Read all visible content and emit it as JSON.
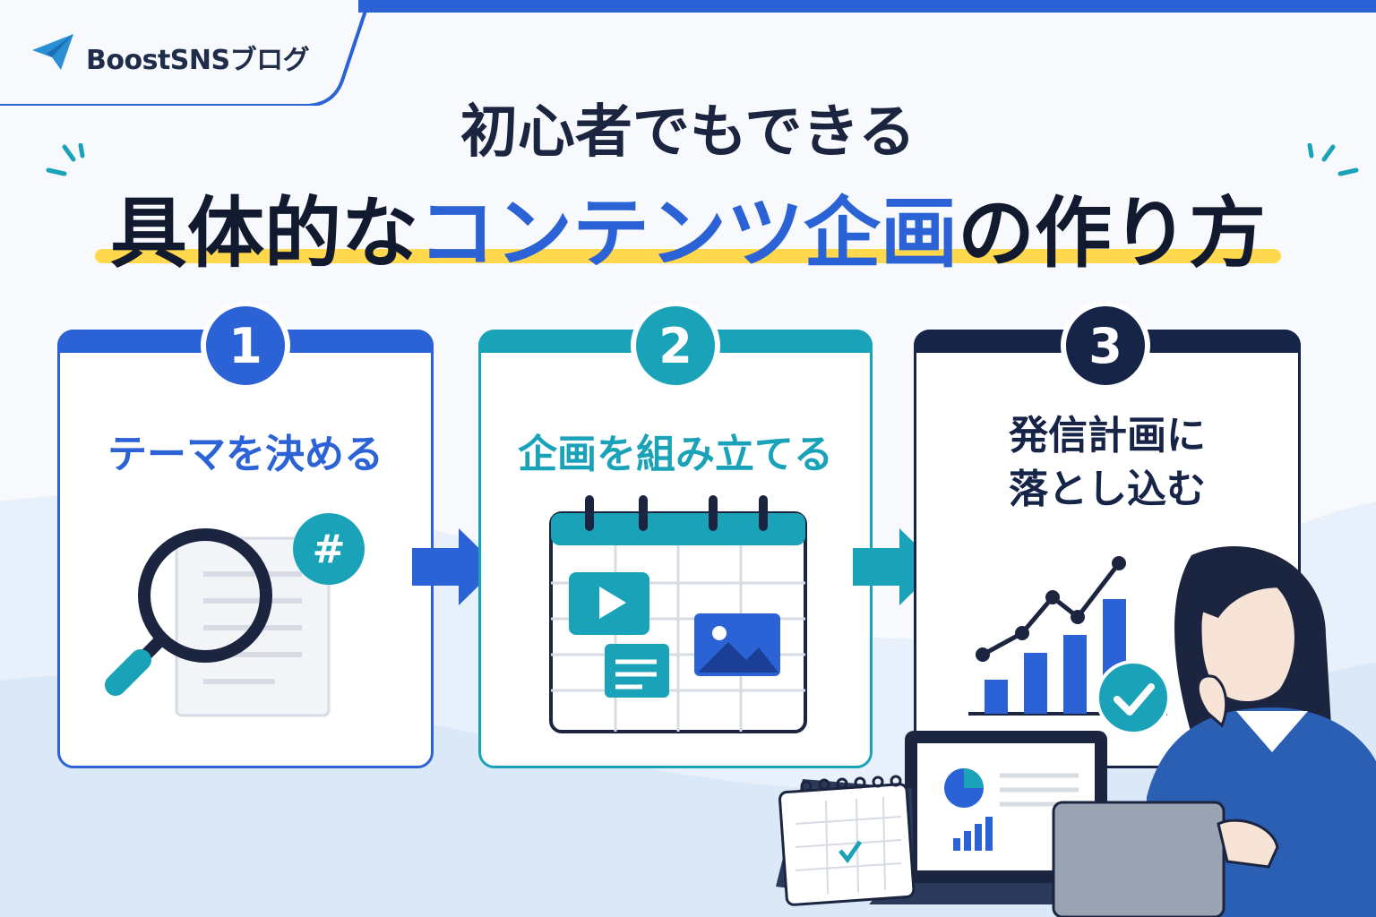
{
  "logo": {
    "text": "BoostSNSブログ",
    "icon": "paper-plane-icon"
  },
  "title": {
    "line1": "初心者でもできる",
    "line2_before": "具体的な",
    "line2_highlight": "コンテンツ企画",
    "line2_after": "の作り方"
  },
  "colors": {
    "blue": "#2b62d6",
    "teal": "#1aa3b8",
    "navy": "#152447",
    "yellow": "#ffd84d"
  },
  "steps": [
    {
      "number": "1",
      "title": "テーマを決める",
      "icons": [
        "magnifier-icon",
        "document-icon",
        "hashtag-icon"
      ]
    },
    {
      "number": "2",
      "title": "企画を組み立てる",
      "icons": [
        "calendar-icon",
        "video-icon",
        "image-icon",
        "text-icon"
      ]
    },
    {
      "number": "3",
      "title_line1": "発信計画に",
      "title_line2": "落とし込む",
      "icons": [
        "growth-chart-icon",
        "check-icon",
        "laptop-icon",
        "desk-calendar-icon",
        "person-icon"
      ]
    }
  ],
  "hashtag": "#"
}
